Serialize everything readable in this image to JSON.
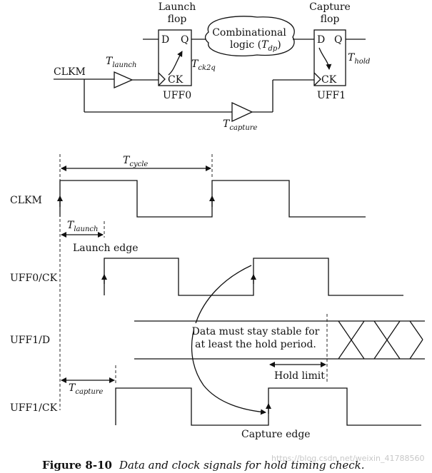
{
  "circuit": {
    "launch_flop_title": [
      "Launch",
      "flop"
    ],
    "capture_flop_title": [
      "Capture",
      "flop"
    ],
    "uff0_label": "UFF0",
    "uff1_label": "UFF1",
    "d_pin": "D",
    "q_pin": "Q",
    "ck_pin": "CK",
    "clkm_label": "CLKM",
    "comb_logic": [
      "Combinational",
      "logic ("
    ],
    "t_launch": {
      "base": "T",
      "sub": "launch"
    },
    "t_capture": {
      "base": "T",
      "sub": "capture"
    },
    "t_ck2q": {
      "base": "T",
      "sub": "ck2q"
    },
    "t_hold": {
      "base": "T",
      "sub": "hold"
    },
    "t_dp": {
      "base": "T",
      "sub": "dp"
    }
  },
  "timing": {
    "signals": [
      "CLKM",
      "UFF0/CK",
      "UFF1/D",
      "UFF1/CK"
    ],
    "t_cycle": {
      "base": "T",
      "sub": "cycle"
    },
    "t_launch": {
      "base": "T",
      "sub": "launch"
    },
    "t_capture": {
      "base": "T",
      "sub": "capture"
    },
    "launch_edge": "Launch edge",
    "capture_edge": "Capture edge",
    "stable_note": [
      "Data must stay stable for",
      "at least the hold period."
    ],
    "hold_limit": "Hold limit"
  },
  "caption": {
    "number": "Figure 8-10",
    "text": "Data and clock signals for hold timing check."
  },
  "watermark": "https://blog.csdn.net/weixin_41788560"
}
